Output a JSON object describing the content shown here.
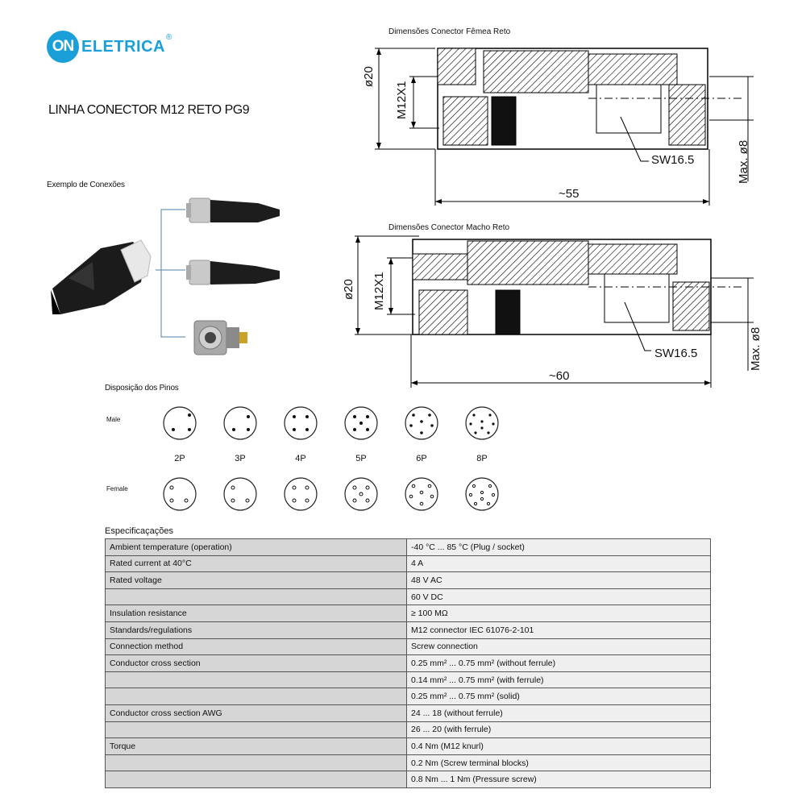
{
  "logo": {
    "circle": "ON",
    "text": "ELETRICA",
    "reg": "®"
  },
  "title": "LINHA CONECTOR M12 RETO PG9",
  "examples_label": "Exemplo de Conexões",
  "female_drawing": {
    "title": "Dimensões Conector Fêmea Reto",
    "dia": "ø20",
    "thread": "M12X1",
    "sw": "SW16.5",
    "length": "~55",
    "max": "Max. ø8"
  },
  "male_drawing": {
    "title": "Dimensões Conector Macho Reto",
    "dia": "ø20",
    "thread": "M12X1",
    "sw": "SW16.5",
    "length": "~60",
    "max": "Max. ø8"
  },
  "pins": {
    "title": "Disposição dos Pinos",
    "male_label": "Male",
    "female_label": "Female",
    "types": [
      "2P",
      "3P",
      "4P",
      "5P",
      "6P",
      "8P"
    ]
  },
  "specs": {
    "title": "Especificaçações",
    "rows": [
      [
        "Ambient temperature (operation)",
        "-40 °C ... 85 °C (Plug / socket)"
      ],
      [
        "Rated current at 40°C",
        "4 A"
      ],
      [
        "Rated voltage",
        "48 V AC"
      ],
      [
        "",
        "60 V DC"
      ],
      [
        "Insulation resistance",
        "≥ 100 MΩ"
      ],
      [
        "Standards/regulations",
        "M12 connector IEC 61076-2-101"
      ],
      [
        "Connection method",
        "Screw connection"
      ],
      [
        "Conductor cross section",
        "0.25 mm² ... 0.75 mm² (without ferrule)"
      ],
      [
        "",
        "0.14 mm² ... 0.75 mm² (with ferrule)"
      ],
      [
        "",
        "0.25 mm² ... 0.75 mm² (solid)"
      ],
      [
        "Conductor cross section AWG",
        "24 ... 18 (without ferrule)"
      ],
      [
        "",
        "26 ... 20 (with ferrule)"
      ],
      [
        "Torque",
        "0.4 Nm (M12 knurl)"
      ],
      [
        "",
        "0.2 Nm (Screw terminal blocks)"
      ],
      [
        "",
        "0.8 Nm ... 1 Nm (Pressure screw)"
      ]
    ]
  }
}
